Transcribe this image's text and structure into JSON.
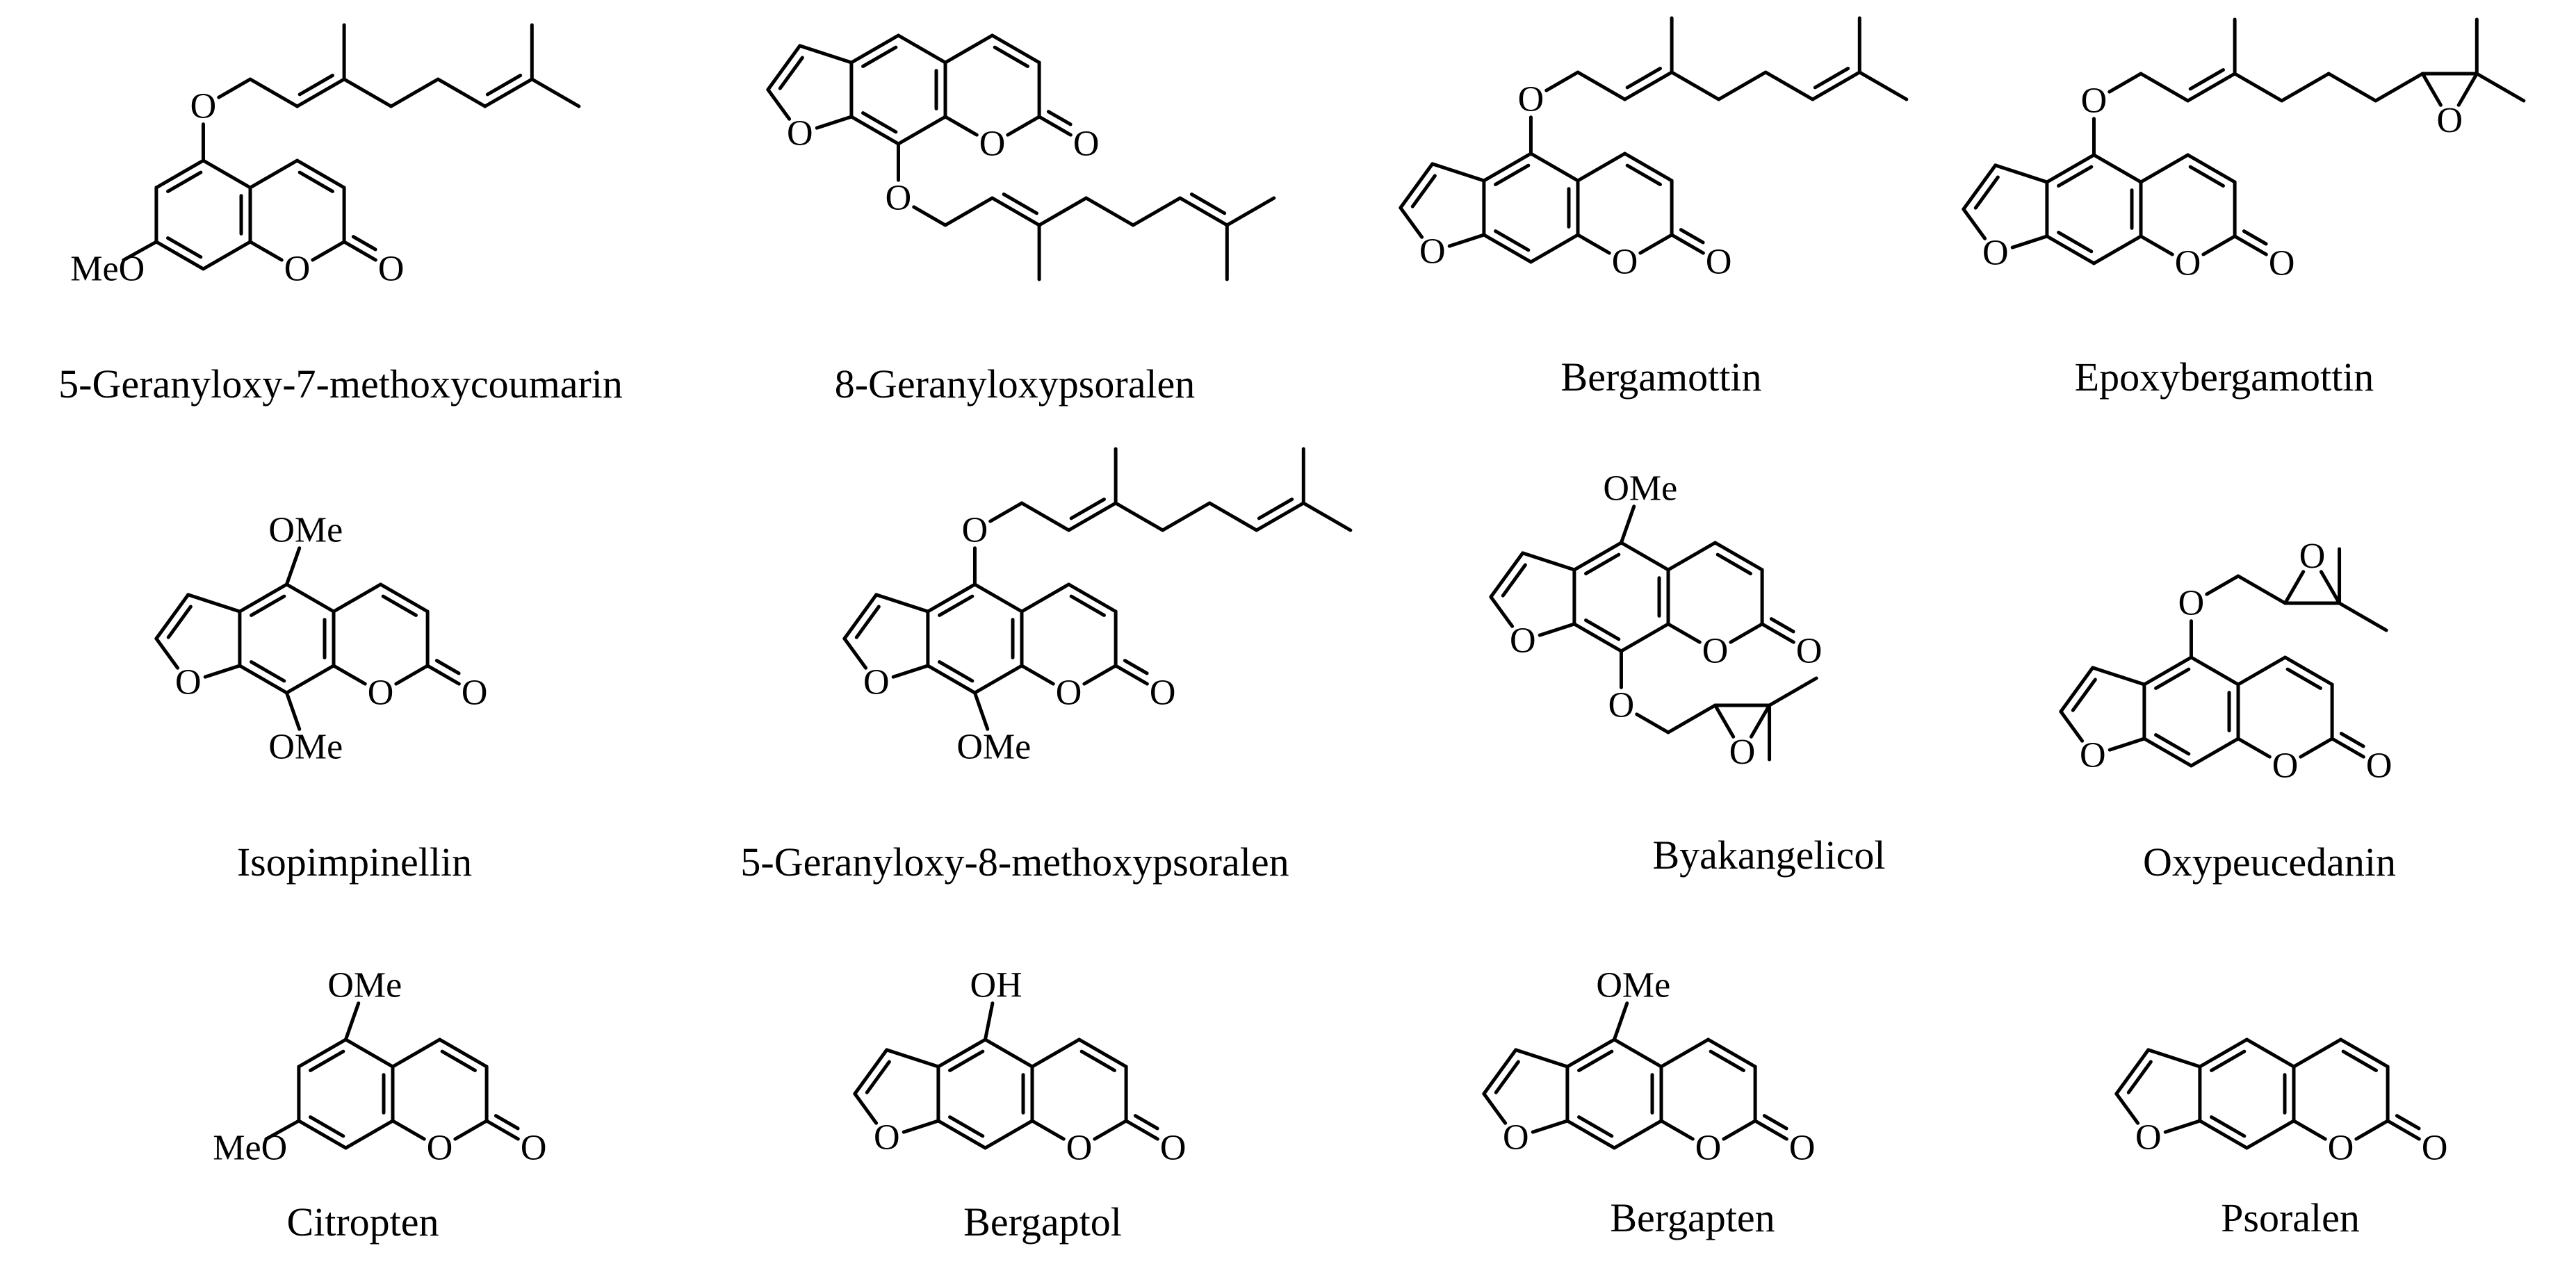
{
  "figure": {
    "compounds": [
      {
        "id": "c1",
        "name": "5-Geranyloxy-7-methoxycoumarin",
        "core": "coumarin",
        "sub5": "geranyloxy",
        "sub7": "methoxy"
      },
      {
        "id": "c2",
        "name": "8-Geranyloxypsoralen",
        "core": "psoralen",
        "sub8": "geranyloxy"
      },
      {
        "id": "c3",
        "name": "Bergamottin",
        "core": "psoralen",
        "sub5": "geranyloxy"
      },
      {
        "id": "c4",
        "name": "Epoxybergamottin",
        "core": "psoralen",
        "sub5": "epoxygeranyloxy"
      },
      {
        "id": "c5",
        "name": "Isopimpinellin",
        "core": "psoralen",
        "sub5": "methoxy",
        "sub8": "methoxy"
      },
      {
        "id": "c6",
        "name": "5-Geranyloxy-8-methoxypsoralen",
        "core": "psoralen",
        "sub5": "geranyloxy",
        "sub8": "methoxy"
      },
      {
        "id": "c7",
        "name": "Byakangelicol",
        "core": "psoralen",
        "sub5": "methoxy",
        "sub8": "epoxyprenyloxy"
      },
      {
        "id": "c8",
        "name": "Oxypeucedanin",
        "core": "psoralen",
        "sub5": "epoxyprenyloxy"
      },
      {
        "id": "c9",
        "name": "Citropten",
        "core": "coumarin",
        "sub5": "methoxy",
        "sub7": "methoxy"
      },
      {
        "id": "c10",
        "name": "Bergaptol",
        "core": "psoralen",
        "sub5": "hydroxy"
      },
      {
        "id": "c11",
        "name": "Bergapten",
        "core": "psoralen",
        "sub5": "methoxy"
      },
      {
        "id": "c12",
        "name": "Psoralen",
        "core": "psoralen"
      }
    ],
    "atom_labels": {
      "O": "O",
      "OMe": "OMe",
      "MeO": "MeO",
      "OH": "OH"
    }
  }
}
